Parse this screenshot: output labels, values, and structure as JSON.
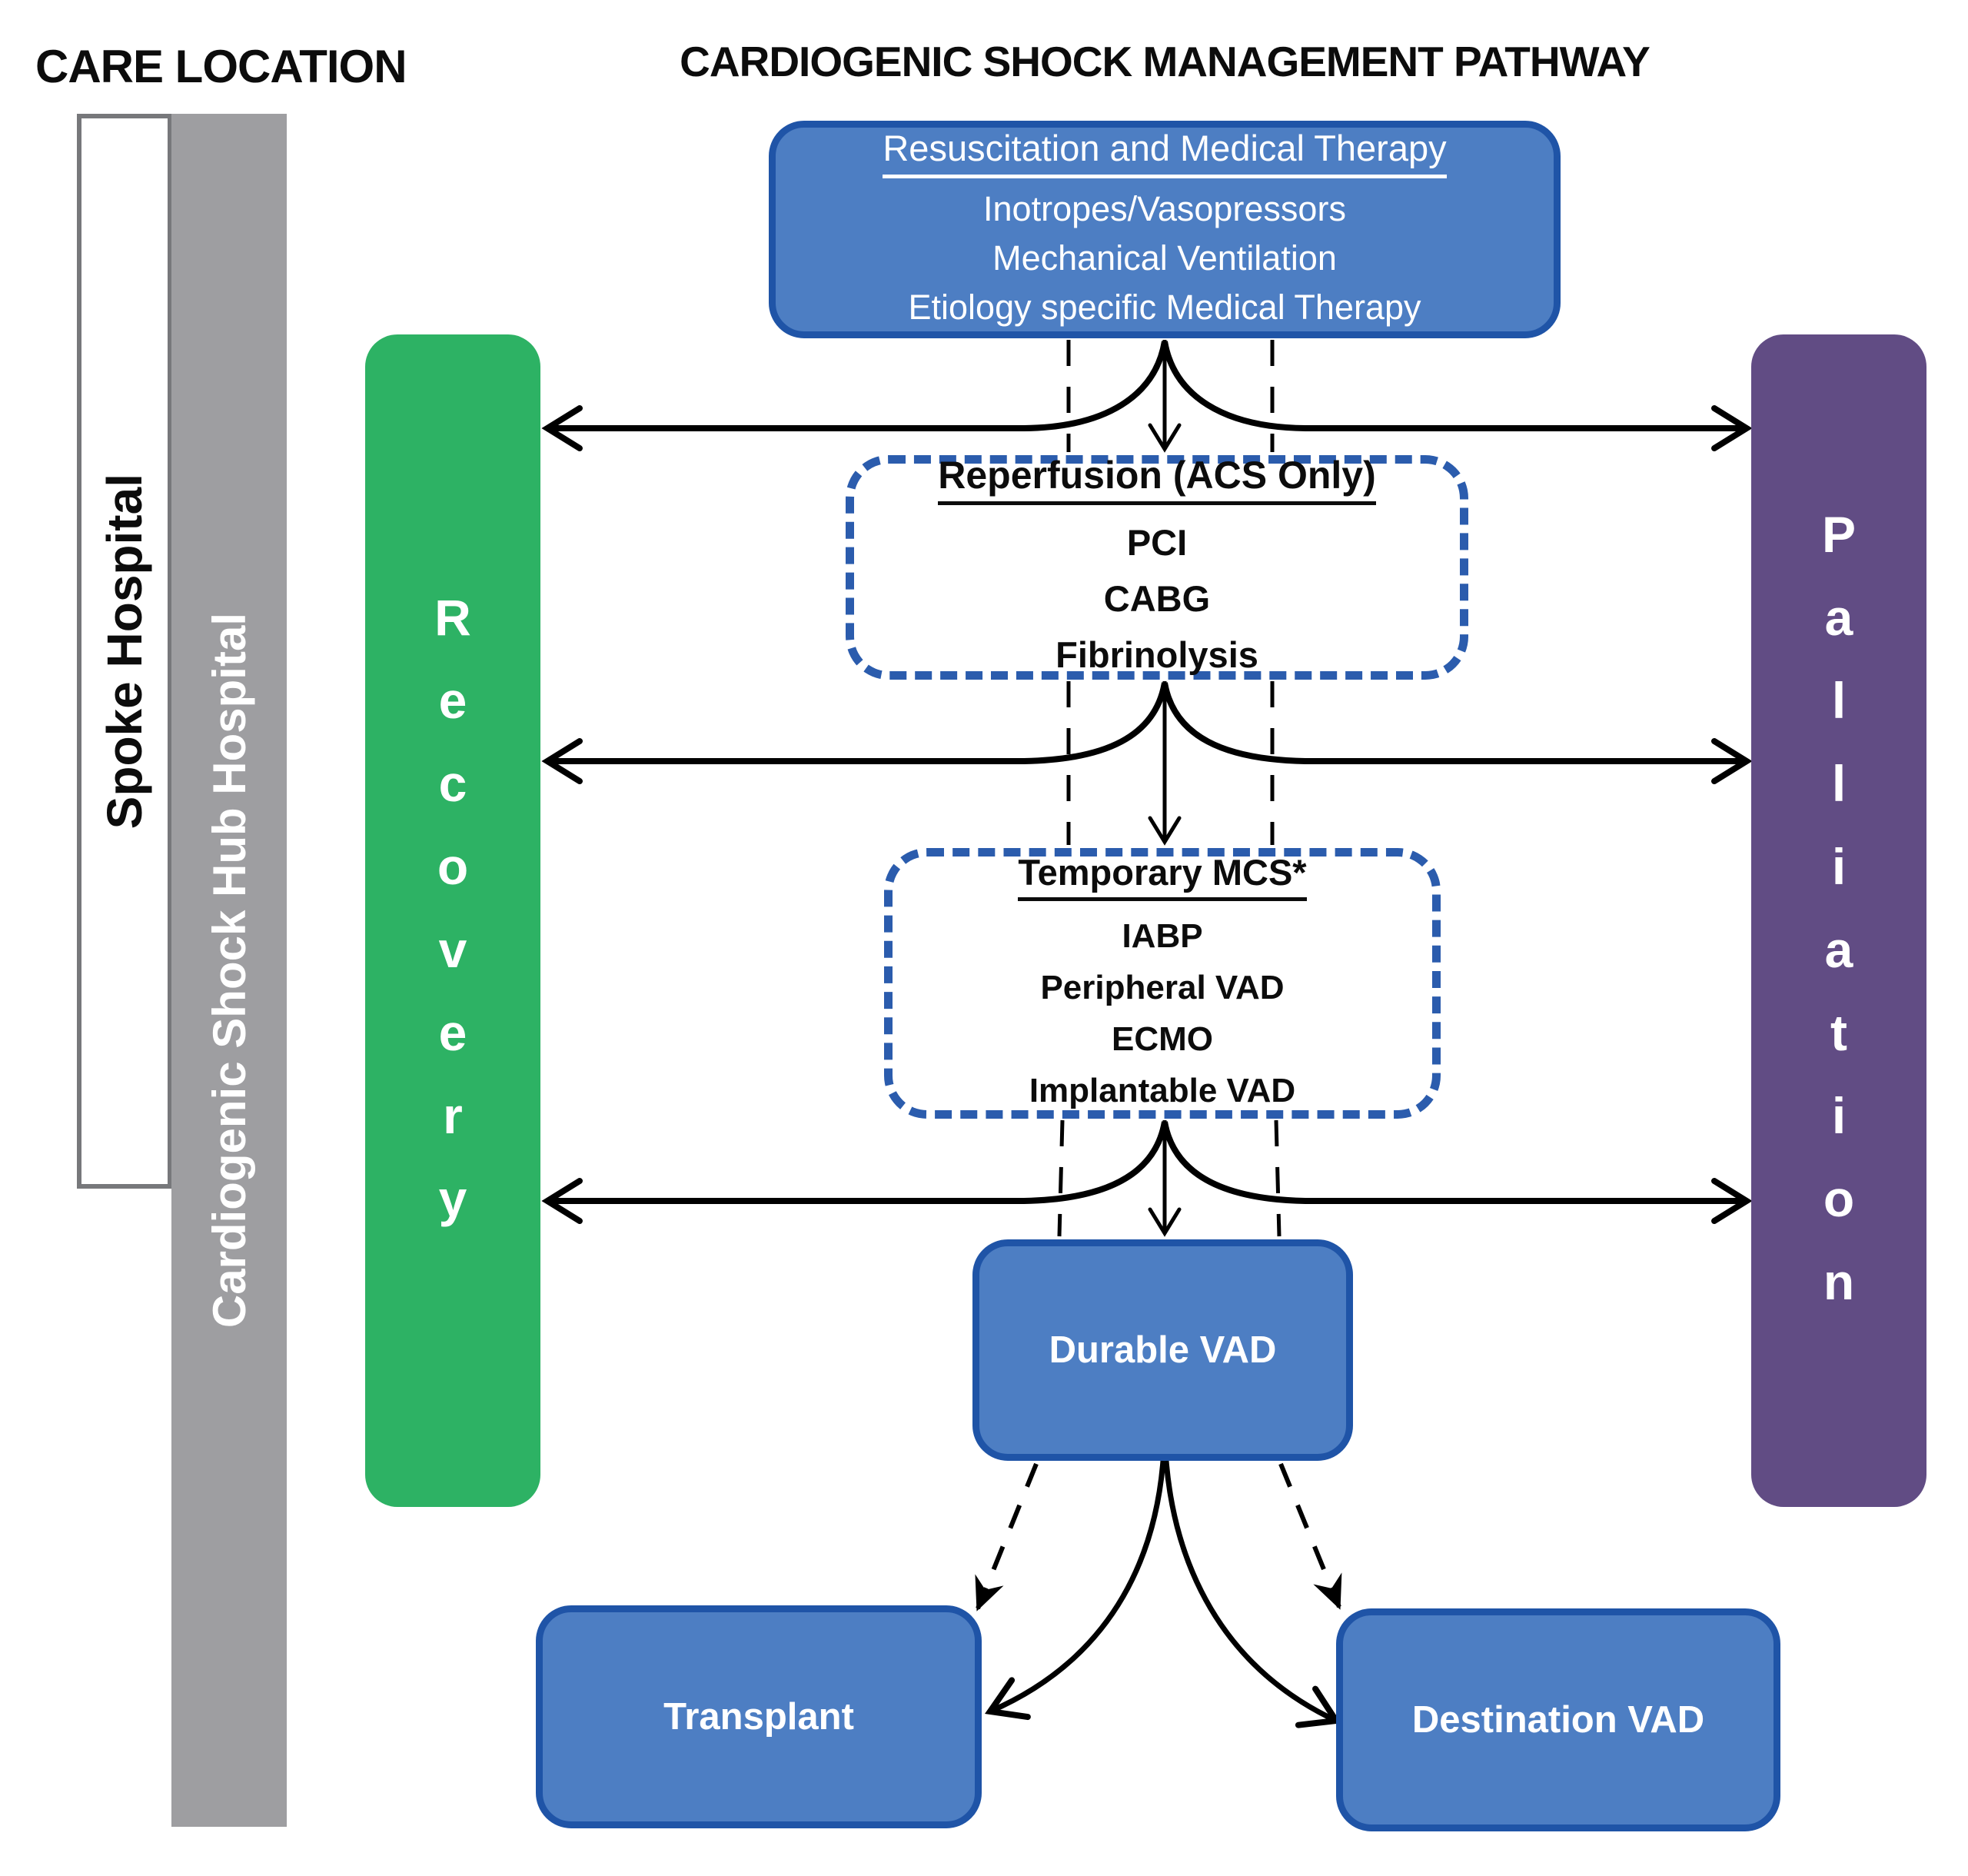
{
  "titles": {
    "care_location": "CARE LOCATION",
    "pathway": "CARDIOGENIC SHOCK MANAGEMENT PATHWAY"
  },
  "care_bars": {
    "spoke": "Spoke Hospital",
    "hub": "Cardiogenic Shock Hub Hospital"
  },
  "outcome_bars": {
    "recovery": "Recovery",
    "palliation": "Palliation"
  },
  "boxes": {
    "resuscitation": {
      "heading": "Resuscitation and Medical Therapy",
      "items": [
        "Inotropes/Vasopressors",
        "Mechanical Ventilation",
        "Etiology specific Medical Therapy"
      ]
    },
    "reperfusion": {
      "heading": "Reperfusion (ACS Only)",
      "items": [
        "PCI",
        "CABG",
        "Fibrinolysis"
      ]
    },
    "temporary_mcs": {
      "heading": "Temporary MCS*",
      "items": [
        "IABP",
        "Peripheral VAD",
        "ECMO",
        "Implantable VAD"
      ]
    },
    "durable_vad": {
      "label": "Durable VAD"
    },
    "transplant": {
      "label": "Transplant"
    },
    "destination_vad": {
      "label": "Destination VAD"
    }
  },
  "colors": {
    "box_fill_blue": "#4d7ec3",
    "box_border_blue": "#1f54a7",
    "dashed_border_blue": "#2b5cad",
    "recovery_green": "#2db264",
    "palliation_purple": "#614c84",
    "hub_gray": "#9e9ea1",
    "spoke_border_gray": "#77787b",
    "arrow_black": "#000000"
  }
}
